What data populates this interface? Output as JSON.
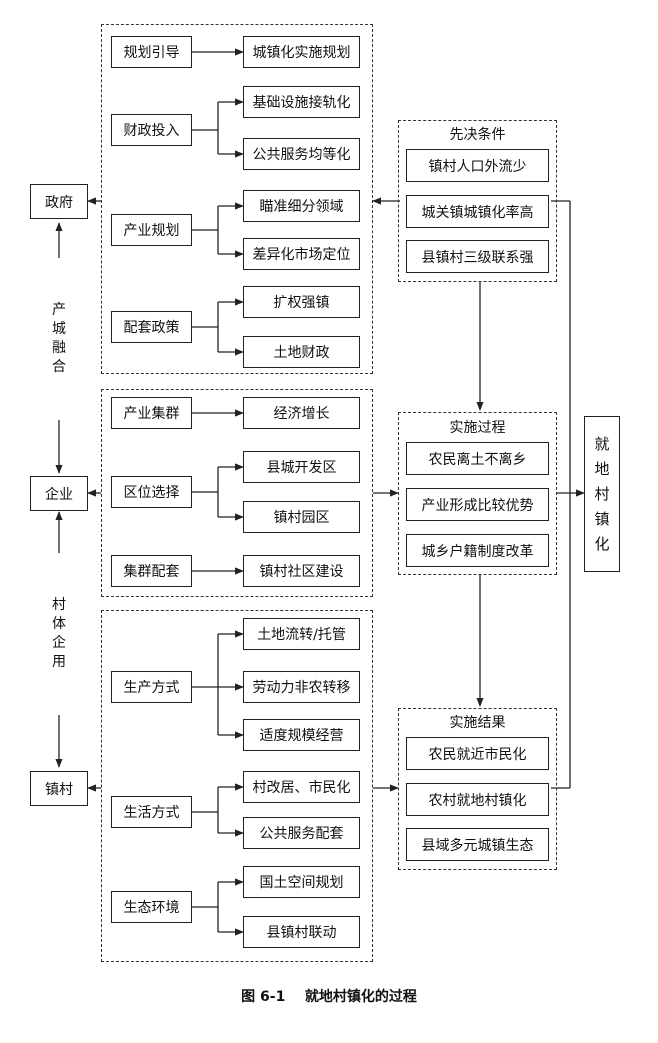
{
  "actors": {
    "government": "政府",
    "enterprise": "企业",
    "village": "镇村"
  },
  "connectors": {
    "upper": "产城融合",
    "lower": "村体企用"
  },
  "government_group": {
    "items": [
      {
        "label": "规划引导",
        "children": [
          "城镇化实施规划"
        ]
      },
      {
        "label": "财政投入",
        "children": [
          "基础设施接轨化",
          "公共服务均等化"
        ]
      },
      {
        "label": "产业规划",
        "children": [
          "瞄准细分领域",
          "差异化市场定位"
        ]
      },
      {
        "label": "配套政策",
        "children": [
          "扩权强镇",
          "土地财政"
        ]
      }
    ]
  },
  "enterprise_group": {
    "items": [
      {
        "label": "产业集群",
        "children": [
          "经济增长"
        ]
      },
      {
        "label": "区位选择",
        "children": [
          "县城开发区",
          "镇村园区"
        ]
      },
      {
        "label": "集群配套",
        "children": [
          "镇村社区建设"
        ]
      }
    ]
  },
  "village_group": {
    "items": [
      {
        "label": "生产方式",
        "children": [
          "土地流转/托管",
          "劳动力非农转移",
          "适度规模经营"
        ]
      },
      {
        "label": "生活方式",
        "children": [
          "村改居、市民化",
          "公共服务配套"
        ]
      },
      {
        "label": "生态环境",
        "children": [
          "国土空间规划",
          "县镇村联动"
        ]
      }
    ]
  },
  "prerequisites": {
    "title": "先决条件",
    "items": [
      "镇村人口外流少",
      "城关镇城镇化率高",
      "县镇村三级联系强"
    ]
  },
  "process": {
    "title": "实施过程",
    "items": [
      "农民离土不离乡",
      "产业形成比较优势",
      "城乡户籍制度改革"
    ]
  },
  "results": {
    "title": "实施结果",
    "items": [
      "农民就近市民化",
      "农村就地村镇化",
      "县域多元城镇生态"
    ]
  },
  "outcome": "就地村镇化",
  "caption": "图 6-1    就地村镇化的过程"
}
